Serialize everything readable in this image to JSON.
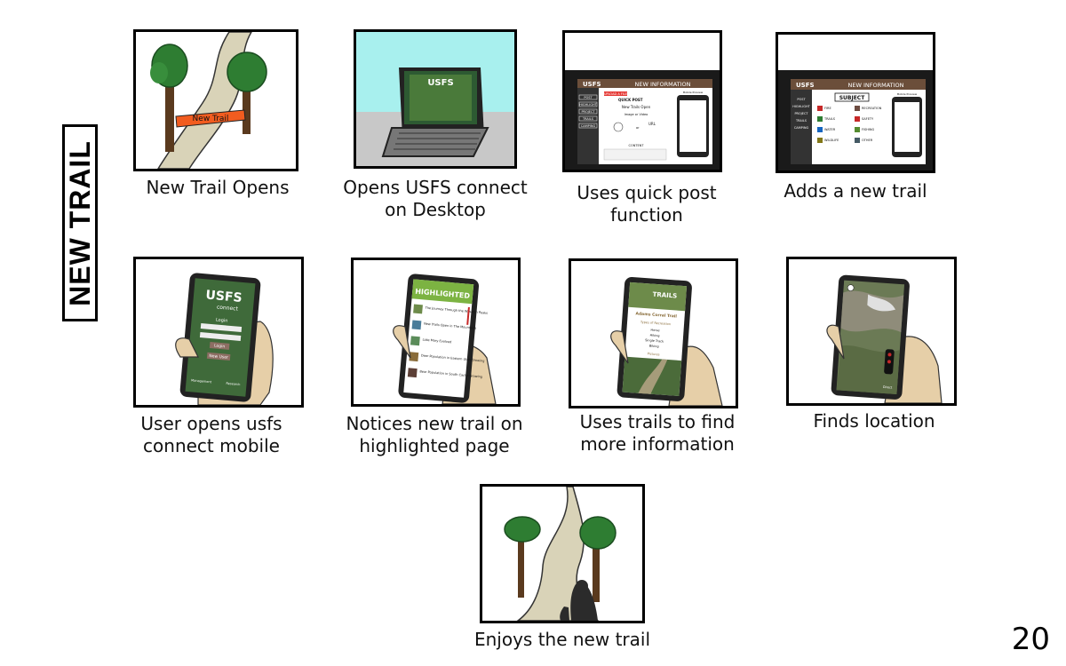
{
  "side_title": "NEW TRAIL",
  "page_number": "20",
  "panels": [
    {
      "caption": "New Trail Opens",
      "sign": "New Trail"
    },
    {
      "caption": "Opens USFS connect on Desktop",
      "screen_brand": "USFS"
    },
    {
      "caption": "Uses quick post function",
      "screen_brand": "USFS",
      "screen_header": "NEW INFORMATION",
      "screen_subheader": "QUICK POST",
      "upload_label": "UPLOAD A FILE",
      "post_title": "New Trails Open",
      "media_label": "Image or Video",
      "or_label": "or",
      "url_label": "URL",
      "content_label": "CONTENT",
      "nav_items": [
        "POST",
        "HIGHLIGHT",
        "PROJECT",
        "TRAILS",
        "CAMPING"
      ],
      "preview_label": "Mobile Preview"
    },
    {
      "caption": "Adds a new trail",
      "screen_brand": "USFS",
      "screen_header": "NEW INFORMATION",
      "subject_label": "SUBJECT",
      "subjects": [
        "FIRE",
        "RECREATION",
        "TRAILS",
        "SAFETY",
        "WATER",
        "FISHING",
        "WILDLIFE",
        "OTHER"
      ],
      "nav_items": [
        "POST",
        "HIGHLIGHT",
        "PROJECT",
        "TRAILS",
        "CAMPING"
      ],
      "preview_label": "Mobile Preview"
    },
    {
      "caption": "User opens usfs connect mobile",
      "screen_brand": "USFS",
      "screen_sub": "connect",
      "login_label": "Login",
      "login_button": "Login",
      "new_user_button": "New User",
      "footer_left": "Management",
      "footer_right": "Research"
    },
    {
      "caption": "Notices new trail on highlighted page",
      "screen_header": "HIGHLIGHTED",
      "items": [
        "The Journey Through the Wasatch Peaks",
        "New Trails Open in The Mountains",
        "Lake Mary Evolved",
        "Deer Population in Eastern Utah Growing",
        "Bear Population in South Cache Growing"
      ]
    },
    {
      "caption": "Uses trails to find more information",
      "screen_header": "TRAILS",
      "trail_name": "Adams Corral Trail",
      "types_label": "Types of Recreation",
      "activities": [
        "Horse",
        "Hiking",
        "Single Track",
        "Biking"
      ],
      "pictures_label": "Pictures"
    },
    {
      "caption": "Finds location",
      "directions_label": "Direct"
    },
    {
      "caption": "Enjoys the new trail"
    }
  ]
}
